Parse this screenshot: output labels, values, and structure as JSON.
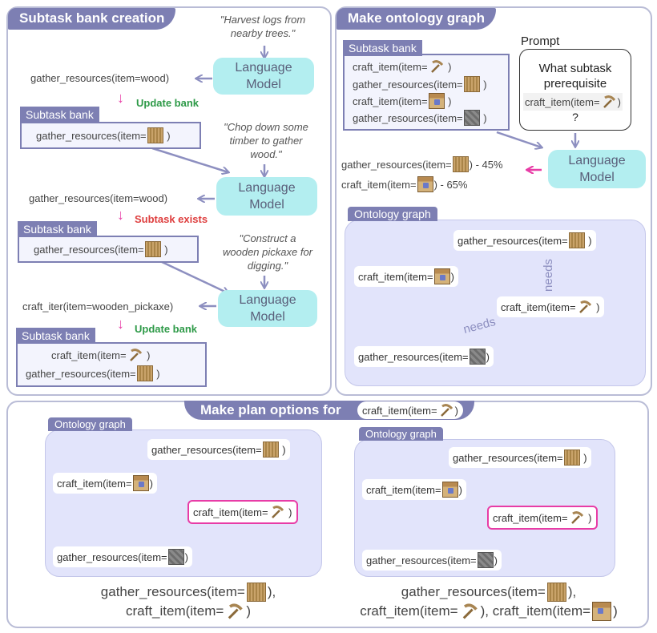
{
  "panels": {
    "bank_creation": "Subtask bank creation",
    "ontology": "Make ontology graph",
    "plan": "Make plan options for"
  },
  "icons": {
    "wood": "wood-log-icon",
    "table": "crafting-table-icon",
    "stone": "cobblestone-icon",
    "pickaxe": "wooden-pickaxe-icon"
  },
  "left": {
    "quote1": "\"Harvest logs from nearby trees.\"",
    "lm_line1": "Language",
    "lm_line2": "Model",
    "out1": "gather_resources(item=wood)",
    "update1": "Update bank",
    "bank_label": "Subtask bank",
    "bank1_item": "gather_resources(item=",
    "quote2": "\"Chop down some timber to gather wood.\"",
    "out2": "gather_resources(item=wood)",
    "exists": "Subtask exists",
    "bank2_item": "gather_resources(item=",
    "quote3": "\"Construct a wooden pickaxe for digging.\"",
    "out3": "craft_iter(item=wooden_pickaxe)",
    "update3": "Update bank",
    "bank3_item1": "craft_item(item=",
    "bank3_item2": "gather_resources(item="
  },
  "right": {
    "bank_label": "Subtask bank",
    "bank_items": [
      "craft_item(item=",
      "gather_resources(item=",
      "craft_item(item=",
      "gather_resources(item="
    ],
    "prompt_label": "Prompt",
    "prompt_line1": "What subtask",
    "prompt_line2": "prerequisite",
    "prompt_line3": "craft_item(item=",
    "prompt_q": "?",
    "lm_line1": "Language",
    "lm_line2": "Model",
    "res1": "gather_resources(item=",
    "res1_pct": ") - 45%",
    "res2": "craft_item(item=",
    "res2_pct": ") - 65%",
    "graph_label": "Ontology graph",
    "node_gather_wood": "gather_resources(item=",
    "node_craft_table": "craft_item(item=",
    "node_craft_pick": "craft_item(item=",
    "node_gather_stone": "gather_resources(item=",
    "needs": "needs"
  },
  "bottom": {
    "graph_label": "Ontology graph",
    "node_gather_wood": "gather_resources(item=",
    "node_craft_table": "craft_item(item=",
    "node_craft_pick": "craft_item(item=",
    "node_gather_stone": "gather_resources(item=",
    "plan_target": "craft_item(item=",
    "plan1_line1": "gather_resources(item=",
    "plan1_line1_end": "),",
    "plan1_line2": "craft_item(item=",
    "plan1_line2_end": ")",
    "plan2_line1": "gather_resources(item=",
    "plan2_line1_end": "),",
    "plan2_line2a": "craft_item(item=",
    "plan2_line2b": "), craft_item(item=",
    "plan2_line2_end": ")"
  },
  "colors": {
    "header": "#7d7fb3",
    "arrow": "#8d8fc0",
    "highlight": "#e83ca6",
    "lm": "#b3eef0",
    "graph_bg": "#e2e4fb",
    "green": "#2e9a48",
    "red": "#de3e3e"
  }
}
